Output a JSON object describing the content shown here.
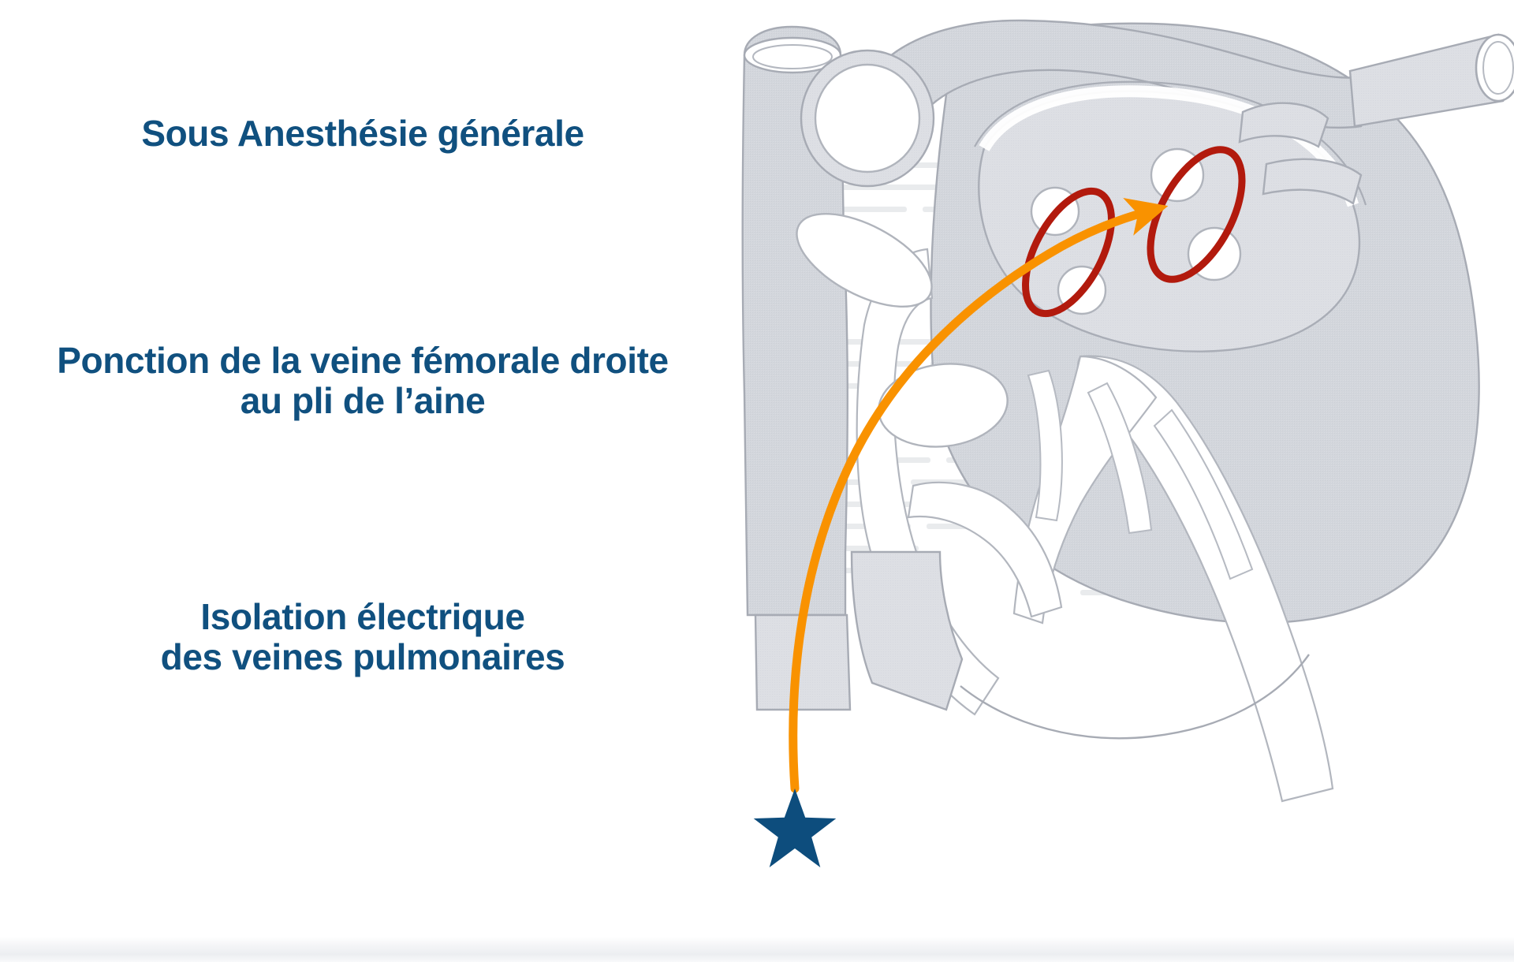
{
  "slide": {
    "background_color": "#ffffff",
    "text_color": "#10507f",
    "accent_orange": "#F99200",
    "accent_red": "#B21A0D",
    "illustration_gray": "#c9ccd3"
  },
  "text_blocks": {
    "anesthesie": "Sous Anesthésie générale",
    "ponction": "Ponction de la veine fémorale droite\nau pli de l’aine",
    "isolation": "Isolation électrique\ndes veines pulmonaires"
  },
  "figure": {
    "name": "heart-anatomy-illustration",
    "description": "Grayscale anatomical cross-section drawing of the heart",
    "annotations": {
      "catheter_path": "orange-curved-arrow",
      "target_markers": "two-red-ellipses-around-pulmonary-veins",
      "puncture_site": "blue-star"
    }
  }
}
